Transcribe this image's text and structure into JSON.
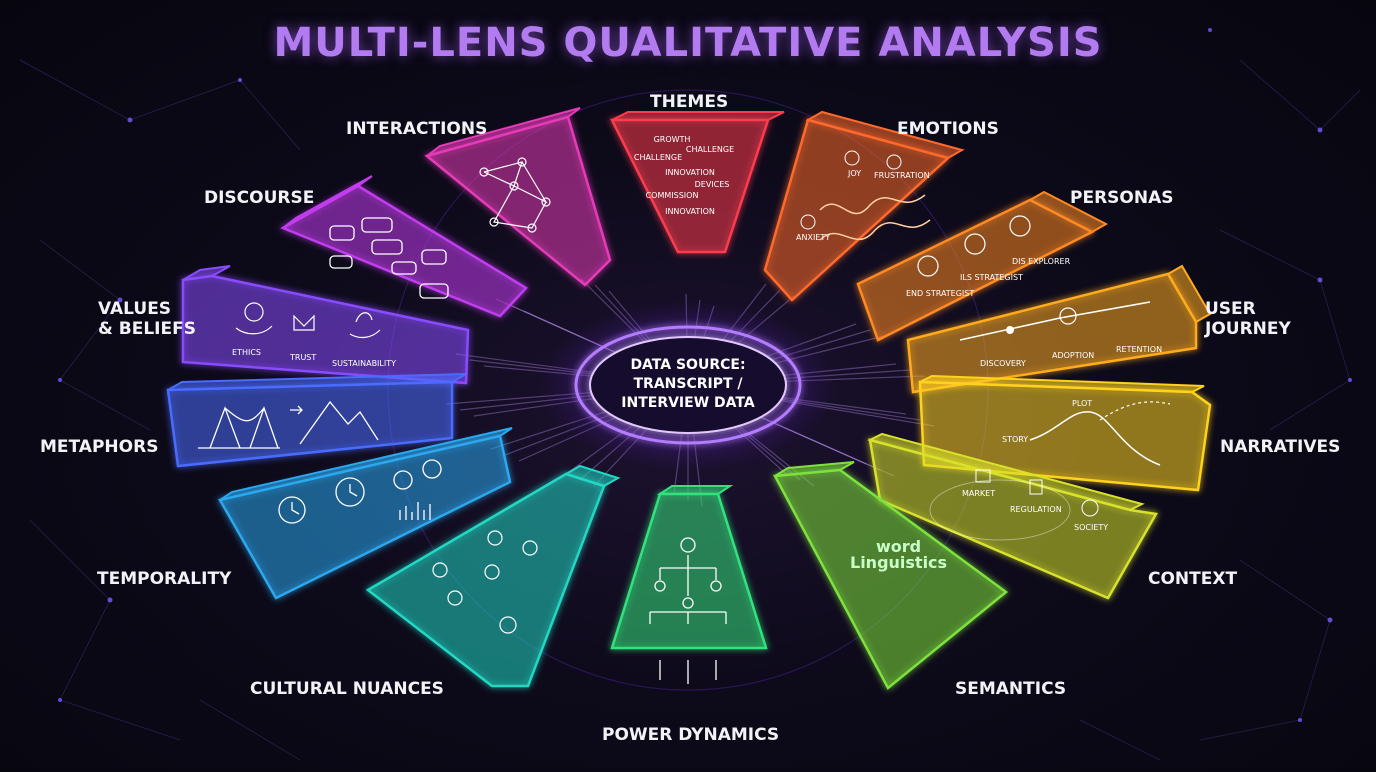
{
  "title": "MULTI-LENS QUALITATIVE ANALYSIS",
  "hub": {
    "line1": "DATA SOURCE:",
    "line2": "TRANSCRIPT /",
    "line3": "INTERVIEW DATA"
  },
  "lenses": {
    "themes": {
      "label": "THEMES",
      "color": "#ff3b4e",
      "icon": "word-cloud-icon",
      "inner": [
        "GROWTH",
        "CHALLENGE",
        "CHALLENGE",
        "INNOVATION",
        "DEVICES",
        "COMMISSION",
        "INNOVATION"
      ]
    },
    "emotions": {
      "label": "EMOTIONS",
      "color": "#ff6a2a",
      "icon": "emotion-faces-icon",
      "inner": [
        "JOY",
        "FRUSTRATION",
        "ANXIETY"
      ]
    },
    "personas": {
      "label": "PERSONAS",
      "color": "#ff8a22",
      "icon": "persona-portraits-icon",
      "inner": [
        "END STRATEGIST",
        "ILS STRATEGIST",
        "DIS EXPLORER"
      ]
    },
    "user_journey": {
      "label_line1": "USER",
      "label_line2": "JOURNEY",
      "color": "#ffab1f",
      "icon": "journey-path-icon",
      "inner": [
        "DISCOVERY",
        "ADOPTION",
        "RETENTION"
      ]
    },
    "narratives": {
      "label": "NARRATIVES",
      "color": "#ffd21f",
      "icon": "story-arc-icon",
      "inner": [
        "PLOT",
        "STORY"
      ]
    },
    "context": {
      "label": "CONTEXT",
      "color": "#d8e22a",
      "icon": "world-map-icon",
      "inner": [
        "MARKET",
        "REGULATION",
        "SOCIETY"
      ]
    },
    "semantics": {
      "label": "SEMANTICS",
      "color": "#7ee23c",
      "icon": "word-cloud-icon",
      "inner": [
        "word",
        "Linguistics"
      ]
    },
    "power_dynamics": {
      "label": "POWER DYNAMICS",
      "color": "#33e27c",
      "icon": "org-chart-icon",
      "inner": []
    },
    "cultural_nuances": {
      "label": "CULTURAL NUANCES",
      "color": "#21d8c4",
      "icon": "cultural-symbols-icon",
      "inner": []
    },
    "temporality": {
      "label": "TEMPORALITY",
      "color": "#2aa8f0",
      "icon": "clock-icon",
      "inner": []
    },
    "metaphors": {
      "label": "METAPHORS",
      "color": "#4a6cff",
      "icon": "bridge-mountain-icon",
      "inner": []
    },
    "values_beliefs": {
      "label_line1": "VALUES",
      "label_line2": "& BELIEFS",
      "color": "#8a4cff",
      "icon": "values-hands-icon",
      "inner": [
        "ETHICS",
        "TRUST",
        "SUSTAINABILITY"
      ]
    },
    "discourse": {
      "label": "DISCOURSE",
      "color": "#c33cf0",
      "icon": "speech-bubbles-icon",
      "inner": []
    },
    "interactions": {
      "label": "INTERACTIONS",
      "color": "#e63ab8",
      "icon": "network-people-icon",
      "inner": []
    }
  }
}
